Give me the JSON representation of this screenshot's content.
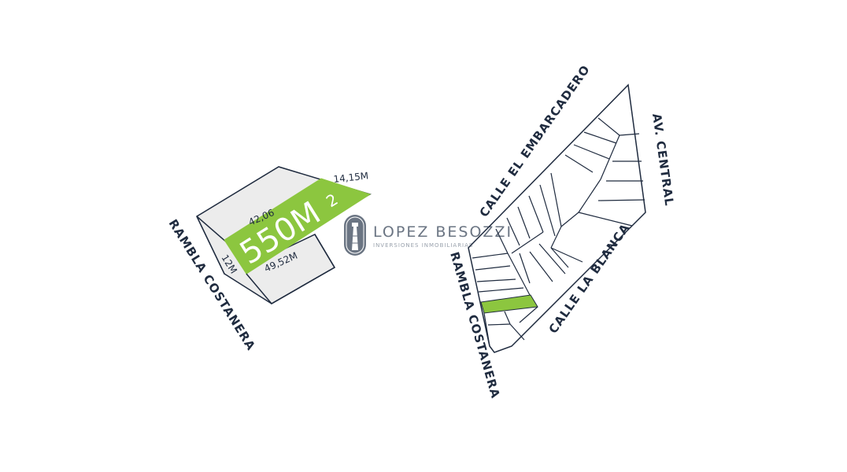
{
  "detail_plan": {
    "area_main": "550M",
    "area_sup": "2",
    "dim_top": "42,06",
    "dim_bottom": "49,52M",
    "dim_side": "12M",
    "dim_end": "14,15M",
    "street": "RAMBLA COSTANERA"
  },
  "brand": {
    "name": "LOPEZ BESOZZI",
    "subtitle": "INVERSIONES INMOBILIARIAS",
    "logo_icon": "lighthouse-icon"
  },
  "block_map": {
    "street_north": "CALLE EL EMBARCADERO",
    "street_east": "AV. CENTRAL",
    "street_south": "CALLE LA BLANCA",
    "street_west": "RAMBLA COSTANERA"
  },
  "colors": {
    "highlight": "#8cc63f",
    "outline": "#1f2b3f",
    "parcel_fill": "#ececec",
    "brand_gray": "#6b7583"
  }
}
